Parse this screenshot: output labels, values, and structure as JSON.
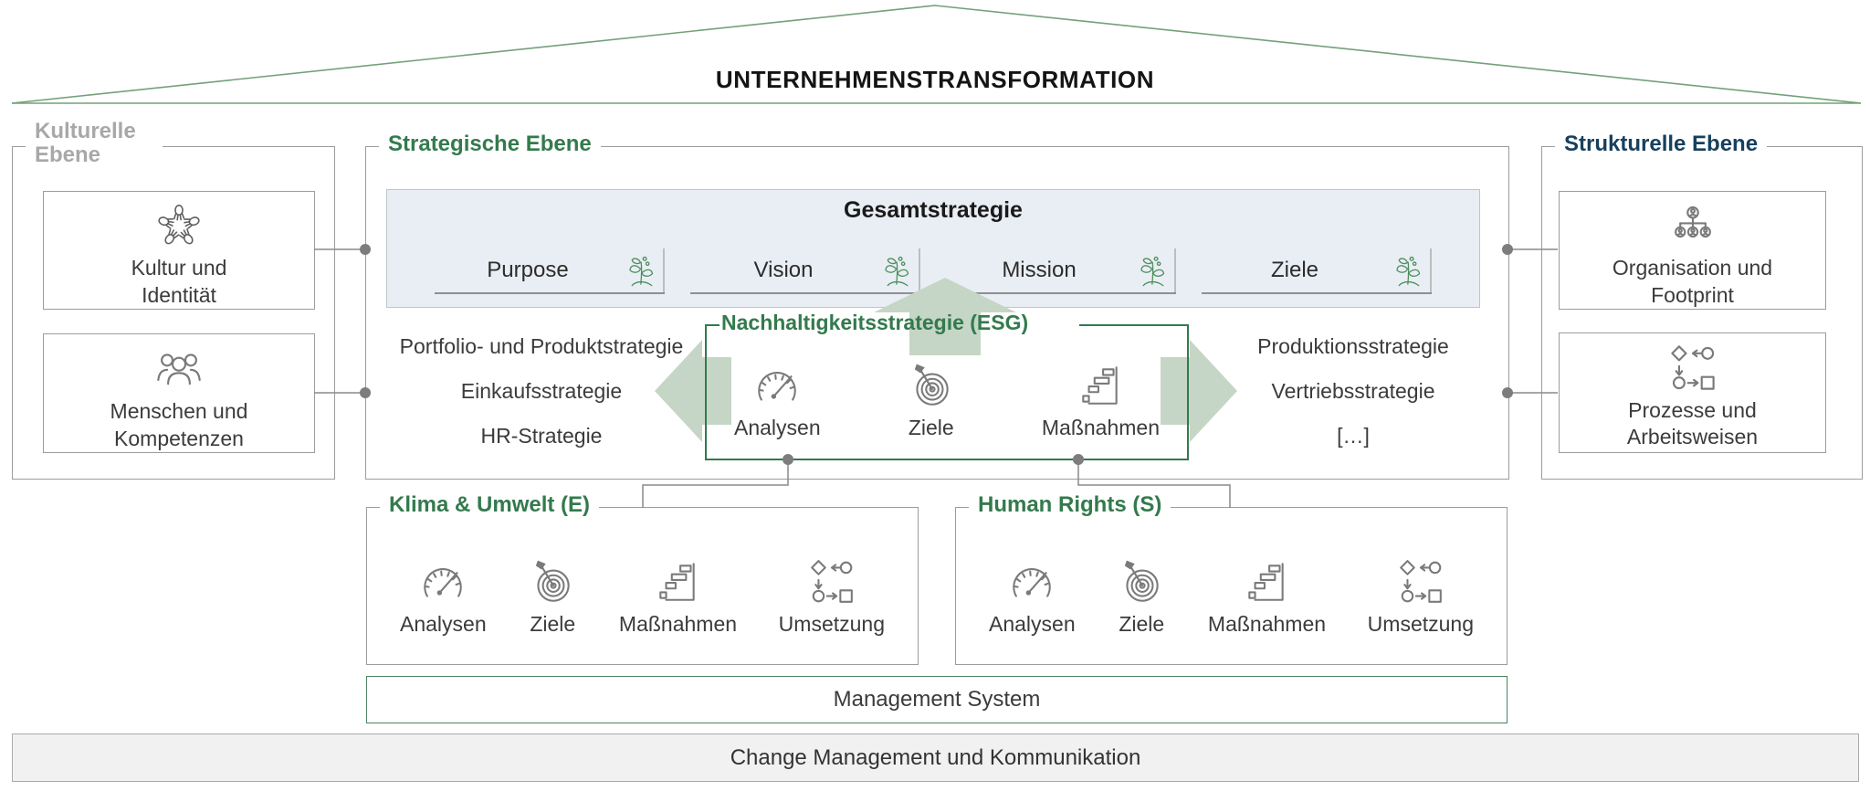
{
  "title": "UNTERNEHMENSTRANSFORMATION",
  "colors": {
    "accent_green": "#337a4d",
    "accent_navy": "#17405e",
    "muted_gray": "#a8a8a8",
    "arrow_green": "#c6d6c6",
    "overall_strategy_bg": "#e9eef4",
    "sprout_green": "#4e8f5f"
  },
  "cultural": {
    "label": "Kulturelle Ebene",
    "boxes": [
      {
        "label": "Kultur und Identität",
        "icon": "hands-together-icon"
      },
      {
        "label": "Menschen und Kompetenzen",
        "icon": "people-group-icon"
      }
    ]
  },
  "strategic": {
    "label": "Strategische Ebene",
    "overall": {
      "title": "Gesamtstrategie",
      "items": [
        {
          "label": "Purpose",
          "icon": "sprout-icon"
        },
        {
          "label": "Vision",
          "icon": "sprout-icon"
        },
        {
          "label": "Mission",
          "icon": "sprout-icon"
        },
        {
          "label": "Ziele",
          "icon": "sprout-icon"
        }
      ]
    },
    "left_strategies": [
      "Portfolio- und Produktstrategie",
      "Einkaufsstrategie",
      "HR-Strategie"
    ],
    "right_strategies": [
      "Produktionsstrategie",
      "Vertriebsstrategie",
      "[…]"
    ],
    "esg": {
      "label": "Nachhaltigkeitsstrategie (ESG)",
      "steps": [
        {
          "label": "Analysen",
          "icon": "gauge-icon"
        },
        {
          "label": "Ziele",
          "icon": "target-icon"
        },
        {
          "label": "Maßnahmen",
          "icon": "gantt-icon"
        }
      ]
    }
  },
  "structural": {
    "label": "Strukturelle Ebene",
    "boxes": [
      {
        "label": "Organisation und Footprint",
        "icon": "org-chart-icon"
      },
      {
        "label": "Prozesse und Arbeitsweisen",
        "icon": "process-flow-icon"
      }
    ]
  },
  "environment": {
    "label": "Klima & Umwelt (E)",
    "steps": [
      {
        "label": "Analysen",
        "icon": "gauge-icon"
      },
      {
        "label": "Ziele",
        "icon": "target-icon"
      },
      {
        "label": "Maßnahmen",
        "icon": "gantt-icon"
      },
      {
        "label": "Umsetzung",
        "icon": "process-flow-icon"
      }
    ]
  },
  "social": {
    "label": "Human Rights (S)",
    "steps": [
      {
        "label": "Analysen",
        "icon": "gauge-icon"
      },
      {
        "label": "Ziele",
        "icon": "target-icon"
      },
      {
        "label": "Maßnahmen",
        "icon": "gantt-icon"
      },
      {
        "label": "Umsetzung",
        "icon": "process-flow-icon"
      }
    ]
  },
  "management": {
    "label": "Management System"
  },
  "change": {
    "label": "Change Management und Kommunikation"
  }
}
